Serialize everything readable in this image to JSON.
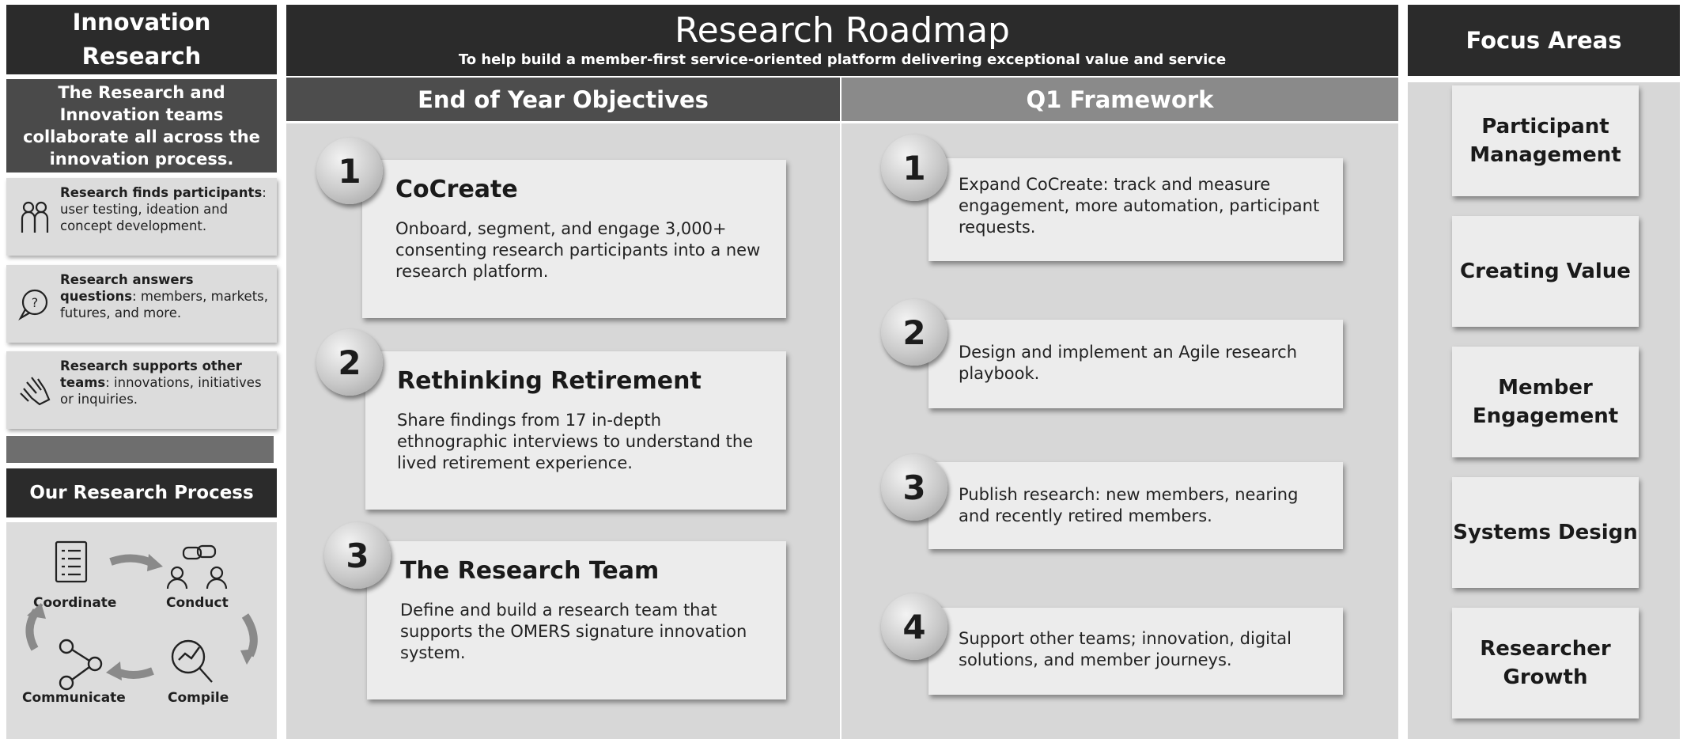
{
  "left": {
    "title_line1": "Innovation",
    "title_line2": "Research",
    "intro": "The Research and Innovation teams collaborate all across the innovation process.",
    "cards": [
      {
        "bold": "Research finds participants",
        "text": ": user testing, ideation and concept development.",
        "icon": "people-icon"
      },
      {
        "bold": "Research answers questions",
        "text": ": members, markets, futures, and more.",
        "icon": "question-bubble-icon"
      },
      {
        "bold": "Research supports other teams",
        "text": ": innovations, initiatives or inquiries.",
        "icon": "hand-icon"
      }
    ],
    "process_title": "Our Research Process",
    "process": {
      "coordinate": "Coordinate",
      "conduct": "Conduct",
      "communicate": "Communicate",
      "compile": "Compile"
    }
  },
  "header": {
    "title": "Research Roadmap",
    "subtitle": "To help build a member-first service-oriented platform delivering exceptional value and service"
  },
  "objectives": {
    "heading": "End of Year Objectives",
    "items": [
      {
        "num": "1",
        "title": "CoCreate",
        "text": "Onboard, segment, and engage 3,000+ consenting research participants into a new research platform."
      },
      {
        "num": "2",
        "title": "Rethinking Retirement",
        "text": "Share findings from 17 in-depth ethnographic interviews to understand the lived retirement experience."
      },
      {
        "num": "3",
        "title": "The Research Team",
        "text": "Define and build a research team that supports the OMERS signature innovation system."
      }
    ]
  },
  "framework": {
    "heading": "Q1 Framework",
    "items": [
      {
        "num": "1",
        "text": "Expand CoCreate: track and measure engagement, more automation, participant requests."
      },
      {
        "num": "2",
        "text": "Design and implement an Agile research playbook."
      },
      {
        "num": "3",
        "text": "Publish research: new members, nearing and recently retired members."
      },
      {
        "num": "4",
        "text": "Support other teams; innovation, digital solutions, and member journeys."
      }
    ]
  },
  "focus": {
    "title": "Focus Areas",
    "items": [
      {
        "line1": "Participant",
        "line2": "Management"
      },
      {
        "line1": "Creating Value",
        "line2": ""
      },
      {
        "line1": "Member",
        "line2": "Engagement"
      },
      {
        "line1": "Systems Design",
        "line2": ""
      },
      {
        "line1": "Researcher",
        "line2": "Growth"
      }
    ]
  }
}
